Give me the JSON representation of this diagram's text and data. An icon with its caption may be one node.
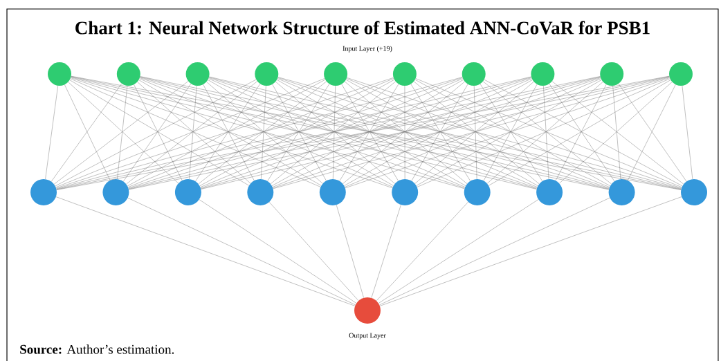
{
  "diagram": {
    "title": "Chart 1: Neural Network Structure of Estimated ANN-CoVaR for PSB1",
    "caption": "**Source:** Author’s estimation.",
    "labels": [
      "Input Layer (+19)"
    ],
    "nodes": [
      {
        "text": [],
        "shape": "circle"
      },
      {
        "text": [],
        "shape": "circle"
      },
      {
        "text": [],
        "shape": "circle"
      },
      {
        "text": [],
        "shape": "circle"
      },
      {
        "text": [],
        "shape": "circle"
      },
      {
        "text": [],
        "shape": "circle"
      },
      {
        "text": [],
        "shape": "circle"
      },
      {
        "text": [],
        "shape": "circle"
      },
      {
        "text": [],
        "shape": "circle"
      },
      {
        "text": [],
        "shape": "circle"
      },
      {
        "text": [],
        "shape": "circle"
      },
      {
        "text": [],
        "shape": "circle"
      },
      {
        "text": [],
        "shape": "circle"
      },
      {
        "text": [],
        "shape": "circle"
      },
      {
        "text": [],
        "shape": "circle"
      },
      {
        "text": [],
        "shape": "circle"
      },
      {
        "text": [],
        "shape": "circle"
      },
      {
        "text": [],
        "shape": "circle"
      },
      {
        "text": [],
        "shape": "circle"
      },
      {
        "text": [],
        "shape": "circle"
      },
      {
        "text": [],
        "shape": "circle",
        "beside": [
          "Output Layer"
        ]
      }
    ],
    "edges": [
      {
        "from": 0,
        "to": 10,
        "arrow": "none"
      },
      {
        "from": 0,
        "to": 11,
        "arrow": "none"
      },
      {
        "from": 0,
        "to": 12,
        "arrow": "none"
      },
      {
        "from": 0,
        "to": 13,
        "arrow": "none"
      },
      {
        "from": 0,
        "to": 14,
        "arrow": "none"
      },
      {
        "from": 0,
        "to": 15,
        "arrow": "none"
      },
      {
        "from": 0,
        "to": 16,
        "arrow": "none"
      },
      {
        "from": 0,
        "to": 17,
        "arrow": "none"
      },
      {
        "from": 0,
        "to": 18,
        "arrow": "none"
      },
      {
        "from": 0,
        "to": 19,
        "arrow": "none"
      },
      {
        "from": 1,
        "to": 10,
        "arrow": "none"
      },
      {
        "from": 1,
        "to": 11,
        "arrow": "none"
      },
      {
        "from": 1,
        "to": 12,
        "arrow": "none"
      },
      {
        "from": 1,
        "to": 13,
        "arrow": "none"
      },
      {
        "from": 1,
        "to": 14,
        "arrow": "none"
      },
      {
        "from": 1,
        "to": 15,
        "arrow": "none"
      },
      {
        "from": 1,
        "to": 16,
        "arrow": "none"
      },
      {
        "from": 1,
        "to": 17,
        "arrow": "none"
      },
      {
        "from": 1,
        "to": 18,
        "arrow": "none"
      },
      {
        "from": 1,
        "to": 19,
        "arrow": "none"
      },
      {
        "from": 2,
        "to": 10,
        "arrow": "none"
      },
      {
        "from": 2,
        "to": 11,
        "arrow": "none"
      },
      {
        "from": 2,
        "to": 12,
        "arrow": "none"
      },
      {
        "from": 2,
        "to": 13,
        "arrow": "none"
      },
      {
        "from": 2,
        "to": 14,
        "arrow": "none"
      },
      {
        "from": 2,
        "to": 15,
        "arrow": "none"
      },
      {
        "from": 2,
        "to": 16,
        "arrow": "none"
      },
      {
        "from": 2,
        "to": 17,
        "arrow": "none"
      },
      {
        "from": 2,
        "to": 18,
        "arrow": "none"
      },
      {
        "from": 2,
        "to": 19,
        "arrow": "none"
      },
      {
        "from": 3,
        "to": 10,
        "arrow": "none"
      },
      {
        "from": 3,
        "to": 11,
        "arrow": "none"
      },
      {
        "from": 3,
        "to": 12,
        "arrow": "none"
      },
      {
        "from": 3,
        "to": 13,
        "arrow": "none"
      },
      {
        "from": 3,
        "to": 14,
        "arrow": "none"
      },
      {
        "from": 3,
        "to": 15,
        "arrow": "none"
      },
      {
        "from": 3,
        "to": 16,
        "arrow": "none"
      },
      {
        "from": 3,
        "to": 17,
        "arrow": "none"
      },
      {
        "from": 3,
        "to": 18,
        "arrow": "none"
      },
      {
        "from": 3,
        "to": 19,
        "arrow": "none"
      },
      {
        "from": 4,
        "to": 10,
        "arrow": "none"
      },
      {
        "from": 4,
        "to": 11,
        "arrow": "none"
      },
      {
        "from": 4,
        "to": 12,
        "arrow": "none"
      },
      {
        "from": 4,
        "to": 13,
        "arrow": "none"
      },
      {
        "from": 4,
        "to": 14,
        "arrow": "none"
      },
      {
        "from": 4,
        "to": 15,
        "arrow": "none"
      },
      {
        "from": 4,
        "to": 16,
        "arrow": "none"
      },
      {
        "from": 4,
        "to": 17,
        "arrow": "none"
      },
      {
        "from": 4,
        "to": 18,
        "arrow": "none"
      },
      {
        "from": 4,
        "to": 19,
        "arrow": "none"
      },
      {
        "from": 5,
        "to": 10,
        "arrow": "none"
      },
      {
        "from": 5,
        "to": 11,
        "arrow": "none"
      },
      {
        "from": 5,
        "to": 12,
        "arrow": "none"
      },
      {
        "from": 5,
        "to": 13,
        "arrow": "none"
      },
      {
        "from": 5,
        "to": 14,
        "arrow": "none"
      },
      {
        "from": 5,
        "to": 15,
        "arrow": "none"
      },
      {
        "from": 5,
        "to": 16,
        "arrow": "none"
      },
      {
        "from": 5,
        "to": 17,
        "arrow": "none"
      },
      {
        "from": 5,
        "to": 18,
        "arrow": "none"
      },
      {
        "from": 5,
        "to": 19,
        "arrow": "none"
      },
      {
        "from": 6,
        "to": 10,
        "arrow": "none"
      },
      {
        "from": 6,
        "to": 11,
        "arrow": "none"
      },
      {
        "from": 6,
        "to": 12,
        "arrow": "none"
      },
      {
        "from": 6,
        "to": 13,
        "arrow": "none"
      },
      {
        "from": 6,
        "to": 14,
        "arrow": "none"
      },
      {
        "from": 6,
        "to": 15,
        "arrow": "none"
      },
      {
        "from": 6,
        "to": 16,
        "arrow": "none"
      },
      {
        "from": 6,
        "to": 17,
        "arrow": "none"
      },
      {
        "from": 6,
        "to": 18,
        "arrow": "none"
      },
      {
        "from": 6,
        "to": 19,
        "arrow": "none"
      },
      {
        "from": 7,
        "to": 10,
        "arrow": "none"
      },
      {
        "from": 7,
        "to": 11,
        "arrow": "none"
      },
      {
        "from": 7,
        "to": 12,
        "arrow": "none"
      },
      {
        "from": 7,
        "to": 13,
        "arrow": "none"
      },
      {
        "from": 7,
        "to": 14,
        "arrow": "none"
      },
      {
        "from": 7,
        "to": 15,
        "arrow": "none"
      },
      {
        "from": 7,
        "to": 16,
        "arrow": "none"
      },
      {
        "from": 7,
        "to": 17,
        "arrow": "none"
      },
      {
        "from": 7,
        "to": 18,
        "arrow": "none"
      },
      {
        "from": 7,
        "to": 19,
        "arrow": "none"
      },
      {
        "from": 8,
        "to": 10,
        "arrow": "none"
      },
      {
        "from": 8,
        "to": 11,
        "arrow": "none"
      },
      {
        "from": 8,
        "to": 12,
        "arrow": "none"
      },
      {
        "from": 8,
        "to": 13,
        "arrow": "none"
      },
      {
        "from": 8,
        "to": 14,
        "arrow": "none"
      },
      {
        "from": 8,
        "to": 15,
        "arrow": "none"
      },
      {
        "from": 8,
        "to": 16,
        "arrow": "none"
      },
      {
        "from": 8,
        "to": 17,
        "arrow": "none"
      },
      {
        "from": 8,
        "to": 18,
        "arrow": "none"
      },
      {
        "from": 8,
        "to": 19,
        "arrow": "none"
      },
      {
        "from": 9,
        "to": 10,
        "arrow": "none"
      },
      {
        "from": 9,
        "to": 11,
        "arrow": "none"
      },
      {
        "from": 9,
        "to": 12,
        "arrow": "none"
      },
      {
        "from": 9,
        "to": 13,
        "arrow": "none"
      },
      {
        "from": 9,
        "to": 14,
        "arrow": "none"
      },
      {
        "from": 9,
        "to": 15,
        "arrow": "none"
      },
      {
        "from": 9,
        "to": 16,
        "arrow": "none"
      },
      {
        "from": 9,
        "to": 17,
        "arrow": "none"
      },
      {
        "from": 9,
        "to": 18,
        "arrow": "none"
      },
      {
        "from": 9,
        "to": 19,
        "arrow": "none"
      },
      {
        "from": 10,
        "to": 20,
        "arrow": "none"
      },
      {
        "from": 11,
        "to": 20,
        "arrow": "none"
      },
      {
        "from": 12,
        "to": 20,
        "arrow": "none"
      },
      {
        "from": 13,
        "to": 20,
        "arrow": "none"
      },
      {
        "from": 14,
        "to": 20,
        "arrow": "none"
      },
      {
        "from": 15,
        "to": 20,
        "arrow": "none"
      },
      {
        "from": 16,
        "to": 20,
        "arrow": "none"
      },
      {
        "from": 17,
        "to": 20,
        "arrow": "none"
      },
      {
        "from": 18,
        "to": 20,
        "arrow": "none"
      },
      {
        "from": 19,
        "to": 20,
        "arrow": "none"
      }
    ]
  }
}
